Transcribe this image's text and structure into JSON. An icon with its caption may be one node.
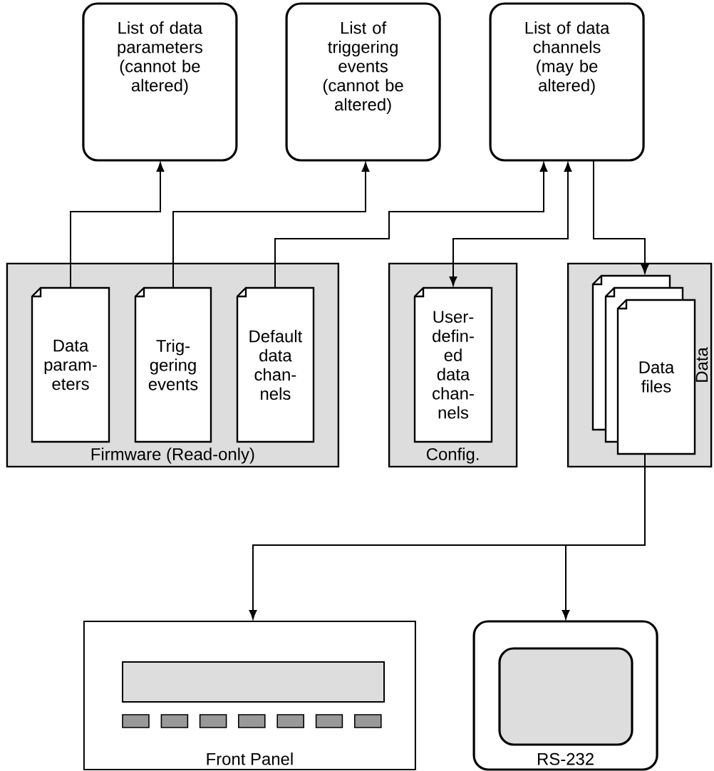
{
  "diagram": {
    "nodes": [
      {
        "text": [
          "List of data parameters (cannot be altered)"
        ]
      },
      {
        "text": [
          "List of triggering events (cannot be altered)"
        ]
      },
      {
        "text": [
          "List of data channels (may be altered)"
        ]
      },
      {
        "text": [
          "Firmware (Read-only)"
        ]
      },
      {
        "text": [
          "Data param- eters"
        ],
        "in": 3
      },
      {
        "text": [
          "Trig- gering events"
        ],
        "in": 3
      },
      {
        "text": [
          "Default data chan- nels"
        ],
        "in": 3
      },
      {
        "text": [
          "Config."
        ]
      },
      {
        "text": [
          "User- defin- ed data chan- nels"
        ],
        "in": 7
      },
      {
        "text": [
          "Data"
        ]
      },
      {
        "text": [
          "Data files"
        ],
        "in": 9
      },
      {
        "text": [
          "Front Panel"
        ]
      },
      {
        "text": [
          "RS-232"
        ]
      }
    ],
    "edges": [
      {
        "from": 4,
        "to": 0,
        "arrow": "to"
      },
      {
        "from": 5,
        "to": 1,
        "arrow": "to"
      },
      {
        "from": 6,
        "to": 2,
        "arrow": "to"
      },
      {
        "from": 8,
        "to": 2,
        "arrow": "both"
      },
      {
        "from": 2,
        "to": 10,
        "arrow": "to"
      },
      {
        "from": 10,
        "to": 11,
        "arrow": "to"
      },
      {
        "from": 10,
        "to": 12,
        "arrow": "to"
      }
    ]
  }
}
